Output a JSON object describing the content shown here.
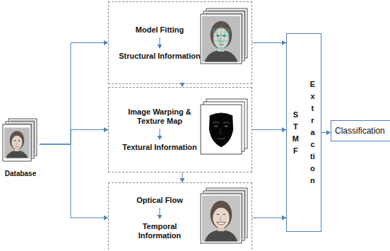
{
  "diagram": {
    "nodes": [
      {
        "text": [
          "Database"
        ]
      },
      {
        "text": [
          "Model Fitting",
          "Structural Information"
        ]
      },
      {
        "text": [
          "Image Warping & Texture Map",
          "Textural Information"
        ]
      },
      {
        "text": [
          "Optical Flow",
          "Temporal Information"
        ]
      },
      {
        "text": [
          "STMF",
          "Extraction"
        ]
      },
      {
        "text": [
          "Classification"
        ]
      }
    ],
    "edges": [
      {
        "from": 0,
        "to": 1,
        "arrow": "to"
      },
      {
        "from": 0,
        "to": 2,
        "arrow": "to"
      },
      {
        "from": 0,
        "to": 3,
        "arrow": "to"
      },
      {
        "from": 1,
        "to": 2,
        "arrow": "to"
      },
      {
        "from": 2,
        "to": 3,
        "arrow": "to"
      },
      {
        "from": 1,
        "to": 4,
        "arrow": "to"
      },
      {
        "from": 2,
        "to": 4,
        "arrow": "to"
      },
      {
        "from": 3,
        "to": 4,
        "arrow": "to"
      },
      {
        "from": 4,
        "to": 5,
        "arrow": "to"
      }
    ]
  }
}
